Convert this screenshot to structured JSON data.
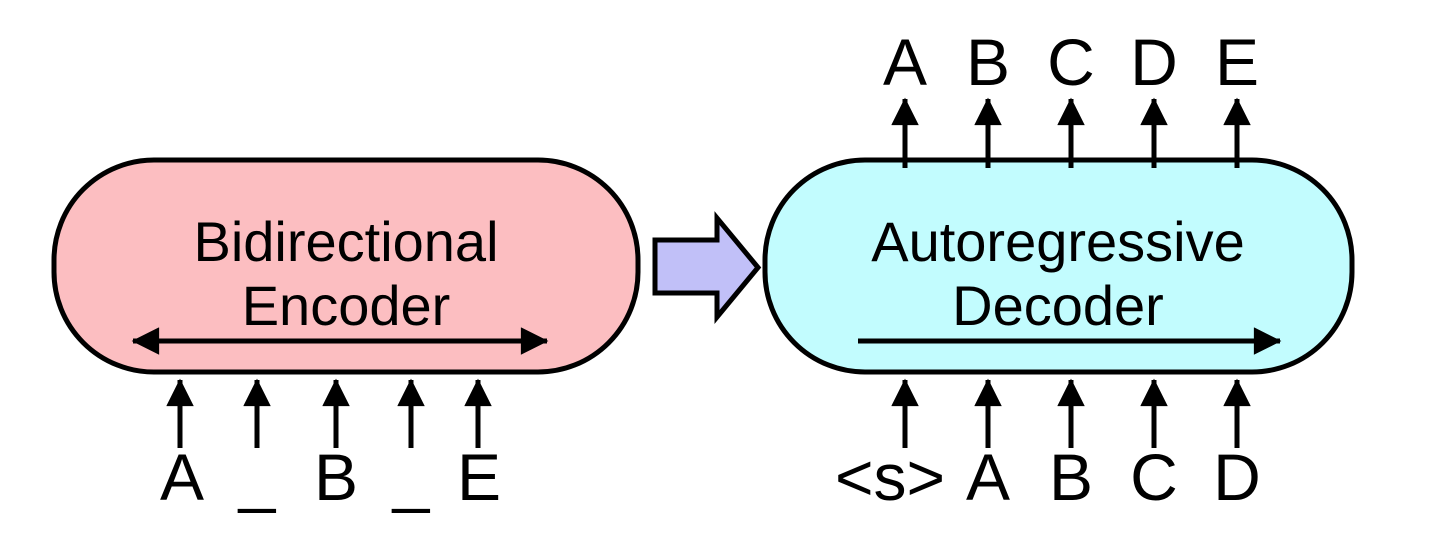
{
  "figure": {
    "background": "#ffffff",
    "stroke_color": "#000000",
    "encoder": {
      "title": [
        "Bidirectional",
        "Encoder"
      ],
      "fill": "#fcbec1",
      "inputs": [
        "A",
        "_",
        "B",
        "_",
        "E"
      ]
    },
    "connector_arrow": {
      "fill": "#c1c0f8"
    },
    "decoder": {
      "title": [
        "Autoregressive",
        "Decoder"
      ],
      "fill": "#c2fcfe",
      "outputs": [
        "A",
        "B",
        "C",
        "D",
        "E"
      ],
      "inputs": [
        "<s>",
        "A",
        "B",
        "C",
        "D"
      ]
    }
  }
}
